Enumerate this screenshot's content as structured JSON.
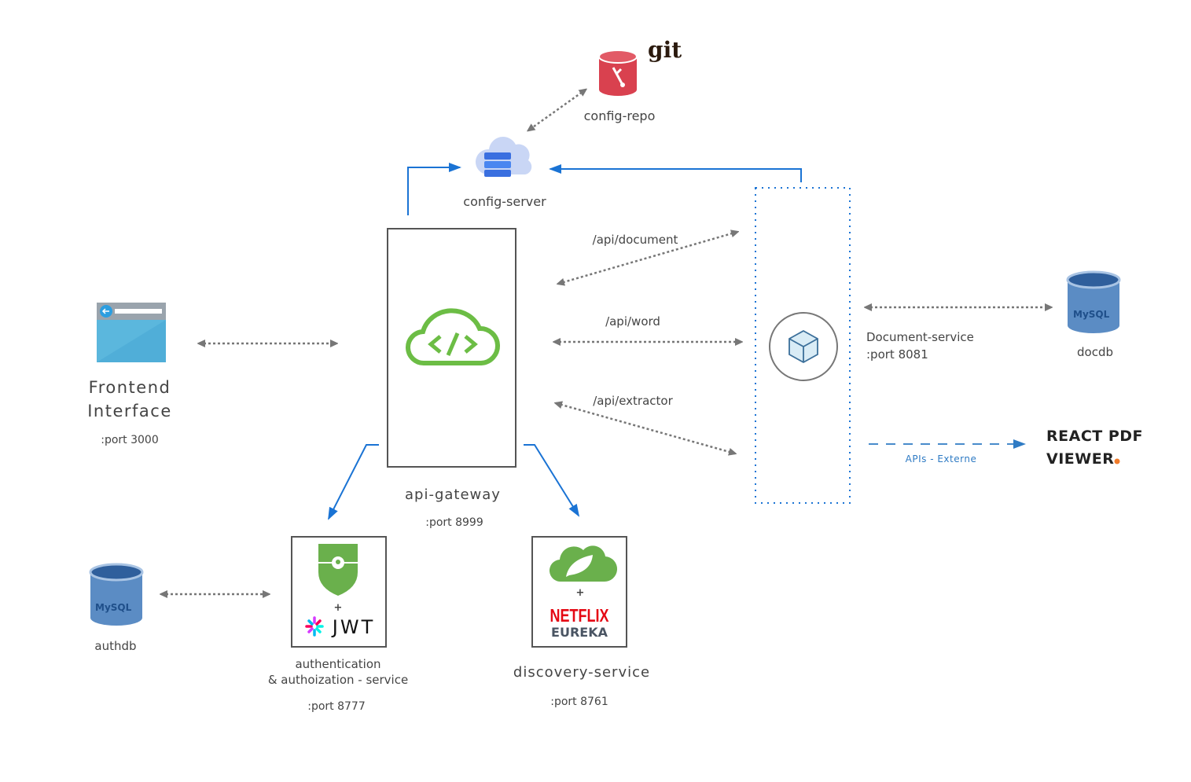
{
  "colors": {
    "accent_blue": "#1a73d4",
    "arrow_gray": "#777777",
    "green": "#6cbd45",
    "git_red": "#d9414f",
    "mysql_blue": "#3d6fa8",
    "orange": "#f07b2a"
  },
  "config_repo": {
    "logo_text": "git",
    "label": "config-repo",
    "icon": "git-repo-icon"
  },
  "config_server": {
    "label": "config-server",
    "icon": "cloud-server-icon"
  },
  "api_gateway": {
    "label": "api-gateway",
    "port": ":port 8999",
    "icon": "cloud-code-icon"
  },
  "frontend": {
    "line1": "Frontend",
    "line2": "Interface",
    "port": ":port 3000",
    "icon": "browser-window-icon"
  },
  "routes": [
    {
      "label": "/api/document"
    },
    {
      "label": "/api/word"
    },
    {
      "label": "/api/extractor"
    }
  ],
  "document_service": {
    "line1": "Document-service",
    "line2": ":port 8081",
    "icon": "cube-icon"
  },
  "docdb": {
    "label": "docdb",
    "logo_text": "MySQL",
    "icon": "mysql-db-icon"
  },
  "external": {
    "label": "APIs - Externe",
    "target_line1": "REACT PDF",
    "target_line2": "VIEWER"
  },
  "auth_service": {
    "line1": "authentication",
    "line2": "& authoization - service",
    "port": ":port 8777",
    "plus": "+",
    "jwt_text": "JWT",
    "icon": "shield-key-icon"
  },
  "authdb": {
    "label": "authdb",
    "logo_text": "MySQL",
    "icon": "mysql-db-icon"
  },
  "discovery_service": {
    "label": "discovery-service",
    "port": ":port 8761",
    "plus": "+",
    "logo_line1": "NETFLIX",
    "logo_line2": "EUREKA",
    "icon": "spring-leaf-icon"
  }
}
